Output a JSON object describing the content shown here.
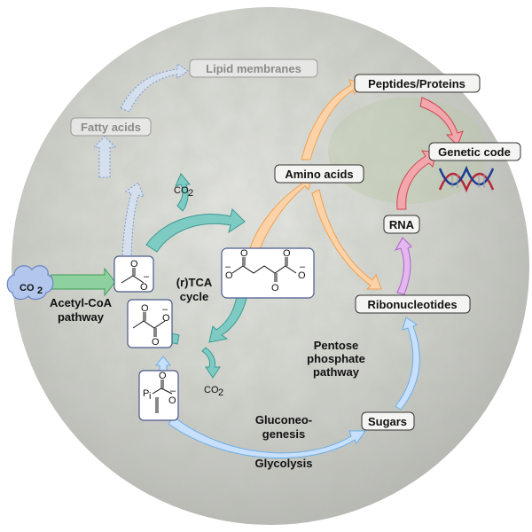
{
  "nodes": {
    "lipid_membranes": "Lipid membranes",
    "fatty_acids": "Fatty acids",
    "peptides_proteins": "Peptides/Proteins",
    "genetic_code": "Genetic code",
    "amino_acids": "Amino acids",
    "rna": "RNA",
    "ribonucleotides": "Ribonucleotides",
    "sugars": "Sugars"
  },
  "molecules": {
    "co2_cloud": "CO",
    "co2_sub": "2",
    "co2_top": "CO",
    "co2_bottom": "CO",
    "sub2": "2",
    "pi": "P",
    "pi_sub": "i",
    "o": "O",
    "minus": "–"
  },
  "pathways": {
    "acetyl_coa_1": "Acetyl-CoA",
    "acetyl_coa_2": "pathway",
    "tca_1": "(r)TCA",
    "tca_2": "cycle",
    "pentose_1": "Pentose",
    "pentose_2": "phosphate",
    "pentose_3": "pathway",
    "gluconeo_1": "Gluconeo-",
    "gluconeo_2": "genesis",
    "glycolysis": "Glycolysis"
  },
  "colors": {
    "tca": "#7ecbc4",
    "tca_stroke": "#3a9a92",
    "acetyl": "#8fd19e",
    "amino": "#fcd3a8",
    "amino_stroke": "#f0a050",
    "genetic": "#f2a7ac",
    "genetic_stroke": "#d0454f",
    "rna": "#e2b8ee",
    "rna_stroke": "#b060d0",
    "sugar": "#c8e0fb",
    "sugar_stroke": "#6aaee8",
    "lipid": "#d6e2f4",
    "lipid_stroke": "#7090d0",
    "molecule_box_stroke": "#4a5a8a"
  }
}
